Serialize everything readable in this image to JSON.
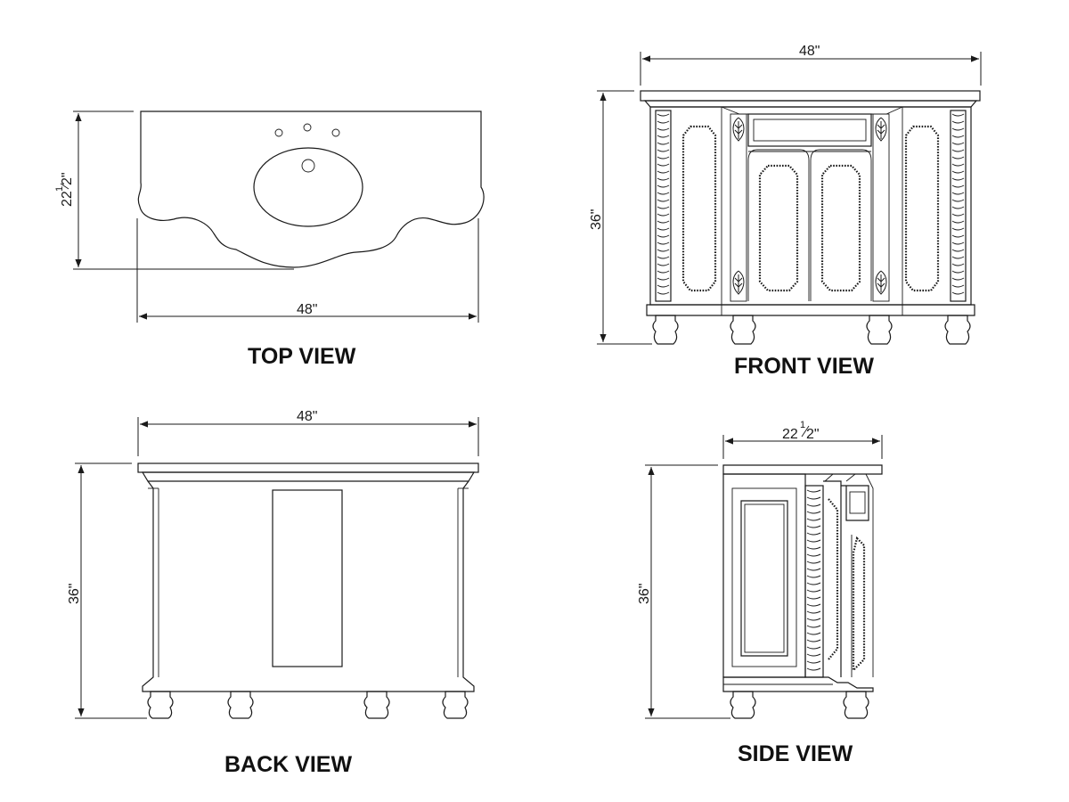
{
  "views": {
    "top": {
      "title": "TOP VIEW",
      "width_label": "48\"",
      "depth_label_whole": "22",
      "depth_label_num": "1",
      "depth_label_den": "2\""
    },
    "front": {
      "title": "FRONT VIEW",
      "width_label": "48\"",
      "height_label": "36\""
    },
    "back": {
      "title": "BACK VIEW",
      "width_label": "48\"",
      "height_label": "36\""
    },
    "side": {
      "title": "SIDE VIEW",
      "depth_label_whole": "22",
      "depth_label_num": "1",
      "depth_label_den": "2\"",
      "height_label": "36\""
    }
  },
  "colors": {
    "line": "#1a1a1a",
    "background": "#ffffff"
  }
}
